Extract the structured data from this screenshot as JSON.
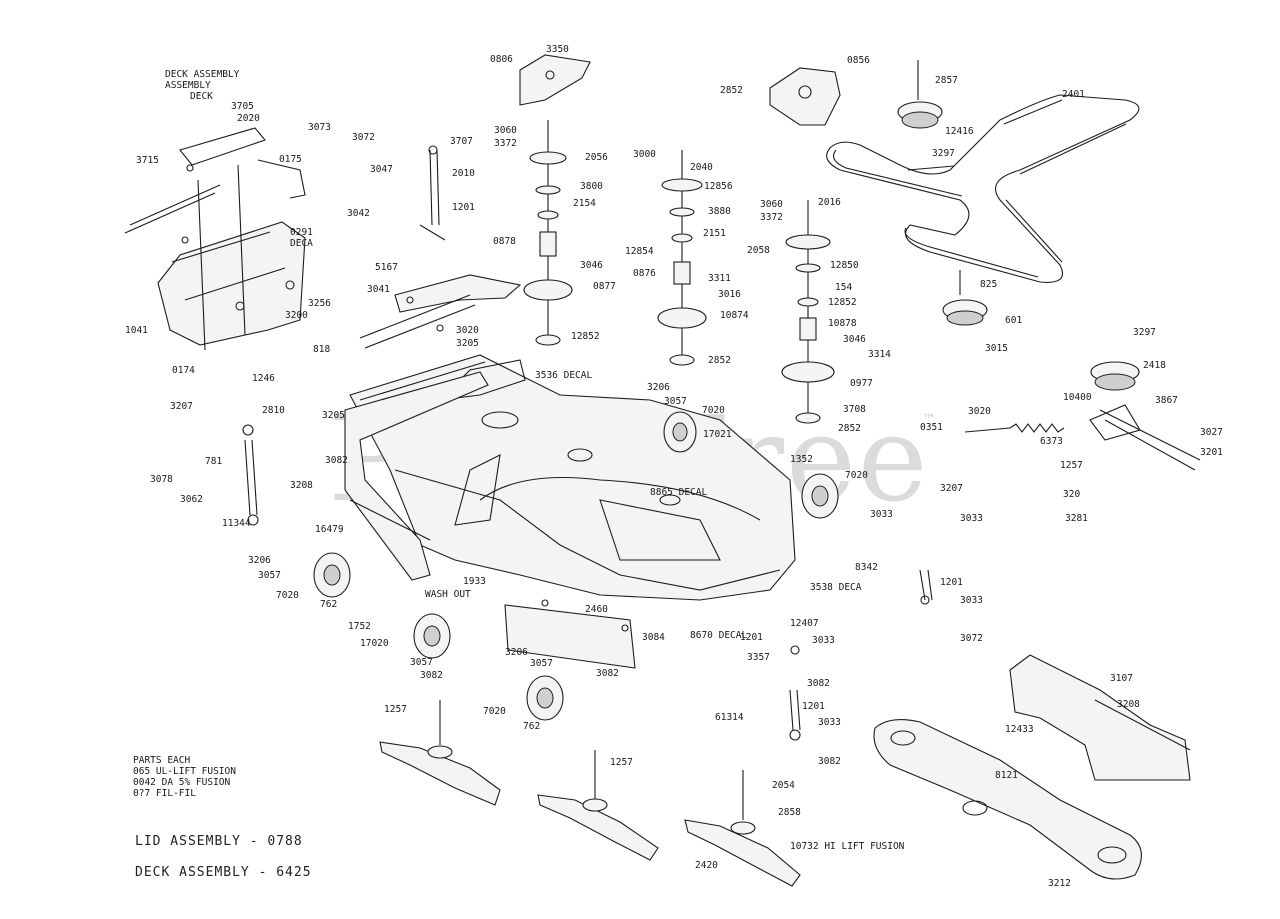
{
  "watermark": {
    "text": "PartsTree",
    "trademark": "™"
  },
  "header_notes": [
    "DECK ASSEMBLY",
    "ASSEMBLY",
    "DECK"
  ],
  "notes_block": [
    "PARTS EACH",
    "065 UL-LIFT FUSION",
    "0042 DA 5% FUSION",
    "0?7 FIL-FIL"
  ],
  "footer": {
    "line1": "LID ASSEMBLY - 0788",
    "line2": "DECK ASSEMBLY - 6425"
  },
  "labels": {
    "l3350": "3350",
    "l0806": "0806",
    "l0856": "0856",
    "l2852": "2852",
    "l3073": "3073",
    "l3072": "3072",
    "l3715": "3715",
    "l0175": "0175",
    "l3705": "3705",
    "l2020": "2020",
    "l3707": "3707",
    "l2010": "2010",
    "l1201a": "1201",
    "l3042": "3042",
    "l3047": "3047",
    "l0291": "0291",
    "l_deca1": "DECA",
    "l1041": "1041",
    "l3256": "3256",
    "l3200": "3200",
    "l5167": "5167",
    "l3041": "3041",
    "l3020": "3020",
    "l3205": "3205",
    "l818": "818",
    "l0174": "0174",
    "l1246": "1246",
    "l3060a": "3060",
    "l3372": "3372",
    "l2056": "2056",
    "l3800": "3800",
    "l2154": "2154",
    "l0878a": "0878",
    "l3046": "3046",
    "l0877": "0877",
    "l12852": "12852",
    "l3000": "3000",
    "l2040": "2040",
    "l12856": "12856",
    "l3880": "3880",
    "l2151": "2151",
    "l12854": "12854",
    "l0876": "0876",
    "l3311": "3311",
    "l3016": "3016",
    "l10874": "10874",
    "l2852b": "2852",
    "l3060b": "3060",
    "l2016": "2016",
    "l2058": "2058",
    "l12850": "12850",
    "l154": "154",
    "l12852b": "12852",
    "l10878": "10878",
    "l3046b": "3046",
    "l3314": "3314",
    "l0977": "0977",
    "l3708": "3708",
    "l2852c": "2852",
    "l2857": "2857",
    "l12416": "12416",
    "l3297": "3297",
    "l2401": "2401",
    "l825": "825",
    "l601": "601",
    "l3015": "3015",
    "l3297b": "3297",
    "l2418": "2418",
    "l10400": "10400",
    "l3867": "3867",
    "l3020b": "3020",
    "l0351": "0351",
    "l6373": "6373",
    "l3027": "3027",
    "l1257": "1257",
    "l3201": "3201",
    "l320": "320",
    "l3281": "3281",
    "l3536": "3536 DECAL",
    "l3206": "3206",
    "l3057": "3057",
    "l7020a": "7020",
    "l17021": "17021",
    "l1352": "1352",
    "l7020b": "7020",
    "l3207": "3207",
    "l3033": "3033",
    "l1201b": "1201",
    "l3033b": "3033",
    "l3072b": "3072",
    "l8342": "8342",
    "l3207b": "3207",
    "l2810": "2810",
    "l781": "781",
    "l3078": "3078",
    "l3062": "3062",
    "l11344": "11344",
    "l3208": "3208",
    "l3082": "3082",
    "l16479": "16479",
    "l3206b": "3206",
    "l3057b": "3057",
    "l7020c": "7020",
    "l762": "762",
    "l1752": "1752",
    "l17020": "17020",
    "l3057c": "3057",
    "l3082b": "3082",
    "l1933": "1933",
    "l_wash": "WASH OUT",
    "l2460": "2460",
    "l3084": "3084",
    "l8865": "8865 DECAL",
    "l8670": "8670 DECAL",
    "l3538": "3538 DECA",
    "l3206c": "3206",
    "l3057d": "3057",
    "l7020d": "7020",
    "l762b": "762",
    "l3082c": "3082",
    "l1201c": "1201",
    "l3357": "3357",
    "l3033c": "3033",
    "l3082d": "3082",
    "l1201d": "1201",
    "l61314": "61314",
    "l3033d": "3033",
    "l3082e": "3082",
    "l1257b": "1257",
    "l2054": "2054",
    "l2858": "2858",
    "l2420": "2420",
    "l10732": "10732 HI LIFT FUSION",
    "l12407": "12407",
    "l12433": "12433",
    "l3107": "3107",
    "l3208b": "3208",
    "l8121": "8121",
    "l3212": "3212"
  }
}
